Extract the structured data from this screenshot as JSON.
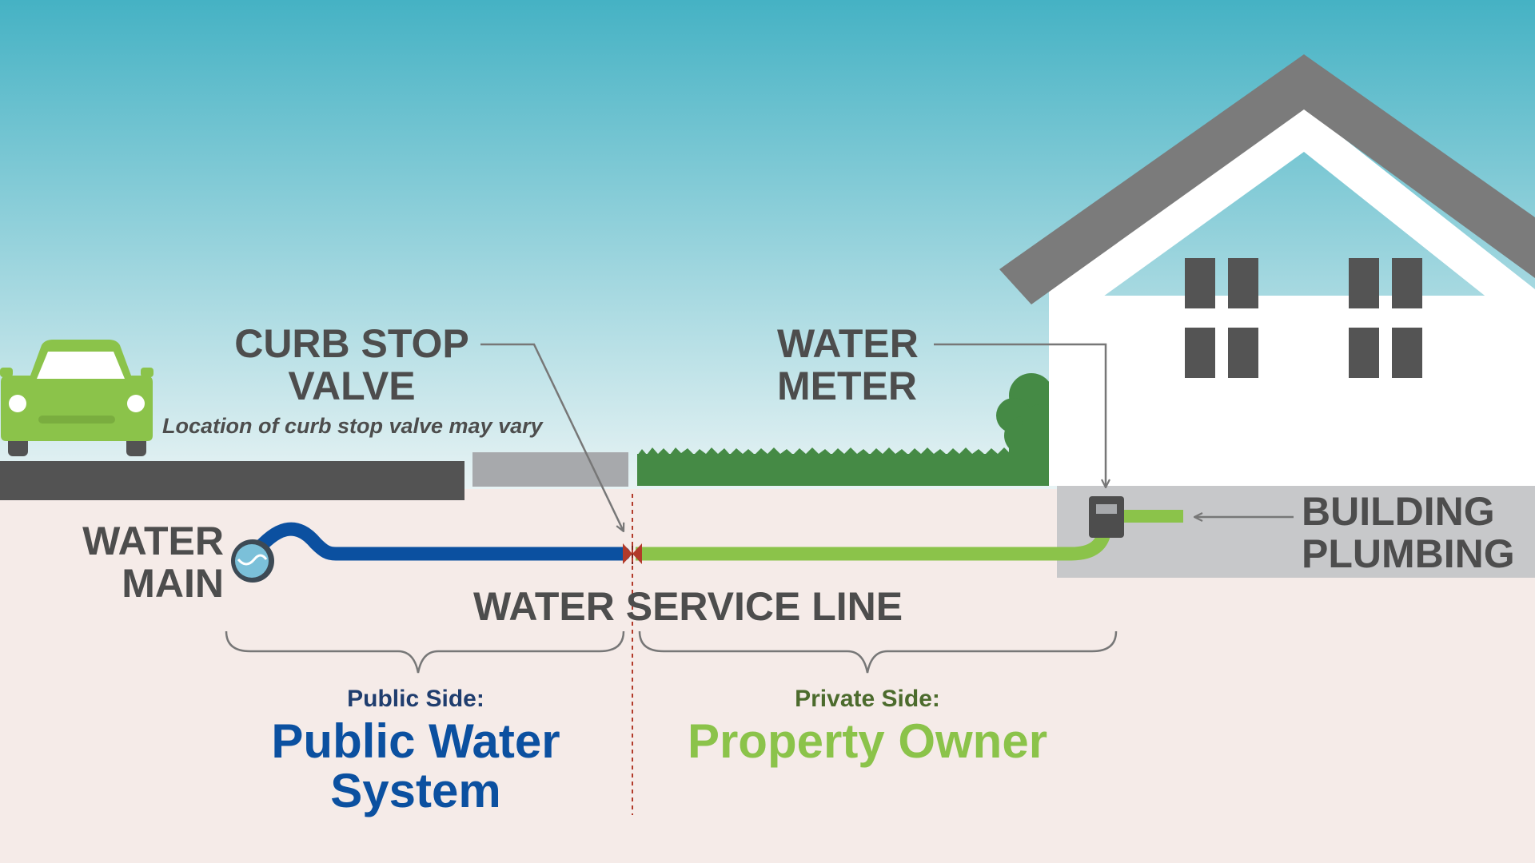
{
  "labels": {
    "curb_stop_valve": [
      "CURB STOP",
      "VALVE"
    ],
    "curb_stop_note": "Location of curb stop valve may vary",
    "water_meter": [
      "WATER",
      "METER"
    ],
    "water_main": [
      "WATER",
      "MAIN"
    ],
    "building_plumbing": [
      "BUILDING",
      "PLUMBING"
    ],
    "water_service_line": "WATER SERVICE LINE"
  },
  "sides": {
    "public": {
      "heading": "Public Side:",
      "owner": [
        "Public Water",
        "System"
      ]
    },
    "private": {
      "heading": "Private Side:",
      "owner": "Property Owner"
    }
  },
  "colors": {
    "sky_top": "#45b2c4",
    "sky_bottom": "#e8f3f4",
    "ground": "#f5ebe8",
    "label_gray": "#4d4d4d",
    "public_blue": "#0b50a0",
    "private_green": "#8bc34a",
    "private_heading_green": "#4c6b2d",
    "grass_green": "#458a45",
    "road_dark": "#535353",
    "sidewalk_gray": "#a7a9ac",
    "house_roof_gray": "#7b7b7b",
    "valve_red": "#b23a2a"
  },
  "icons": [
    "car-icon",
    "house-icon",
    "water-meter-icon",
    "curb-stop-valve-icon",
    "water-main-pipe-icon",
    "tree-icon"
  ]
}
